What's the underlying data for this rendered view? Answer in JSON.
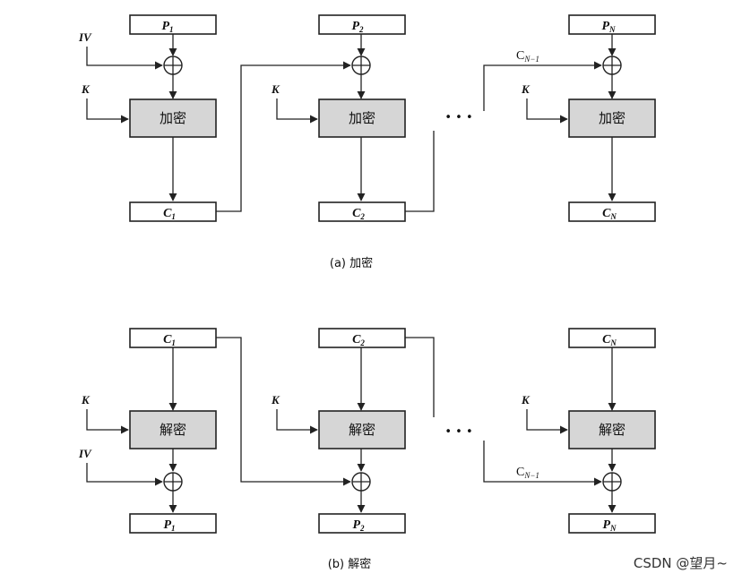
{
  "encryption": {
    "caption": "(a) 加密",
    "iv_label": "IV",
    "stages": [
      {
        "input": "P",
        "input_sub": "1",
        "key": "K",
        "block": "加密",
        "output": "C",
        "output_sub": "1"
      },
      {
        "input": "P",
        "input_sub": "2",
        "key": "K",
        "block": "加密",
        "output": "C",
        "output_sub": "2"
      },
      {
        "input": "P",
        "input_sub": "N",
        "key": "K",
        "block": "加密",
        "output": "C",
        "output_sub": "N"
      }
    ],
    "feed_label": "C",
    "feed_sub": "N−1",
    "ellipsis": "• • •"
  },
  "decryption": {
    "caption": "(b) 解密",
    "iv_label": "IV",
    "stages": [
      {
        "input": "C",
        "input_sub": "1",
        "key": "K",
        "block": "解密",
        "output": "P",
        "output_sub": "1"
      },
      {
        "input": "C",
        "input_sub": "2",
        "key": "K",
        "block": "解密",
        "output": "P",
        "output_sub": "2"
      },
      {
        "input": "C",
        "input_sub": "N",
        "key": "K",
        "block": "解密",
        "output": "P",
        "output_sub": "N"
      }
    ],
    "feed_label": "C",
    "feed_sub": "N−1",
    "ellipsis": "• • •"
  },
  "watermark": "CSDN @望月~",
  "colors": {
    "cipher_block_fill": "#d6d6d6",
    "line": "#222222"
  }
}
